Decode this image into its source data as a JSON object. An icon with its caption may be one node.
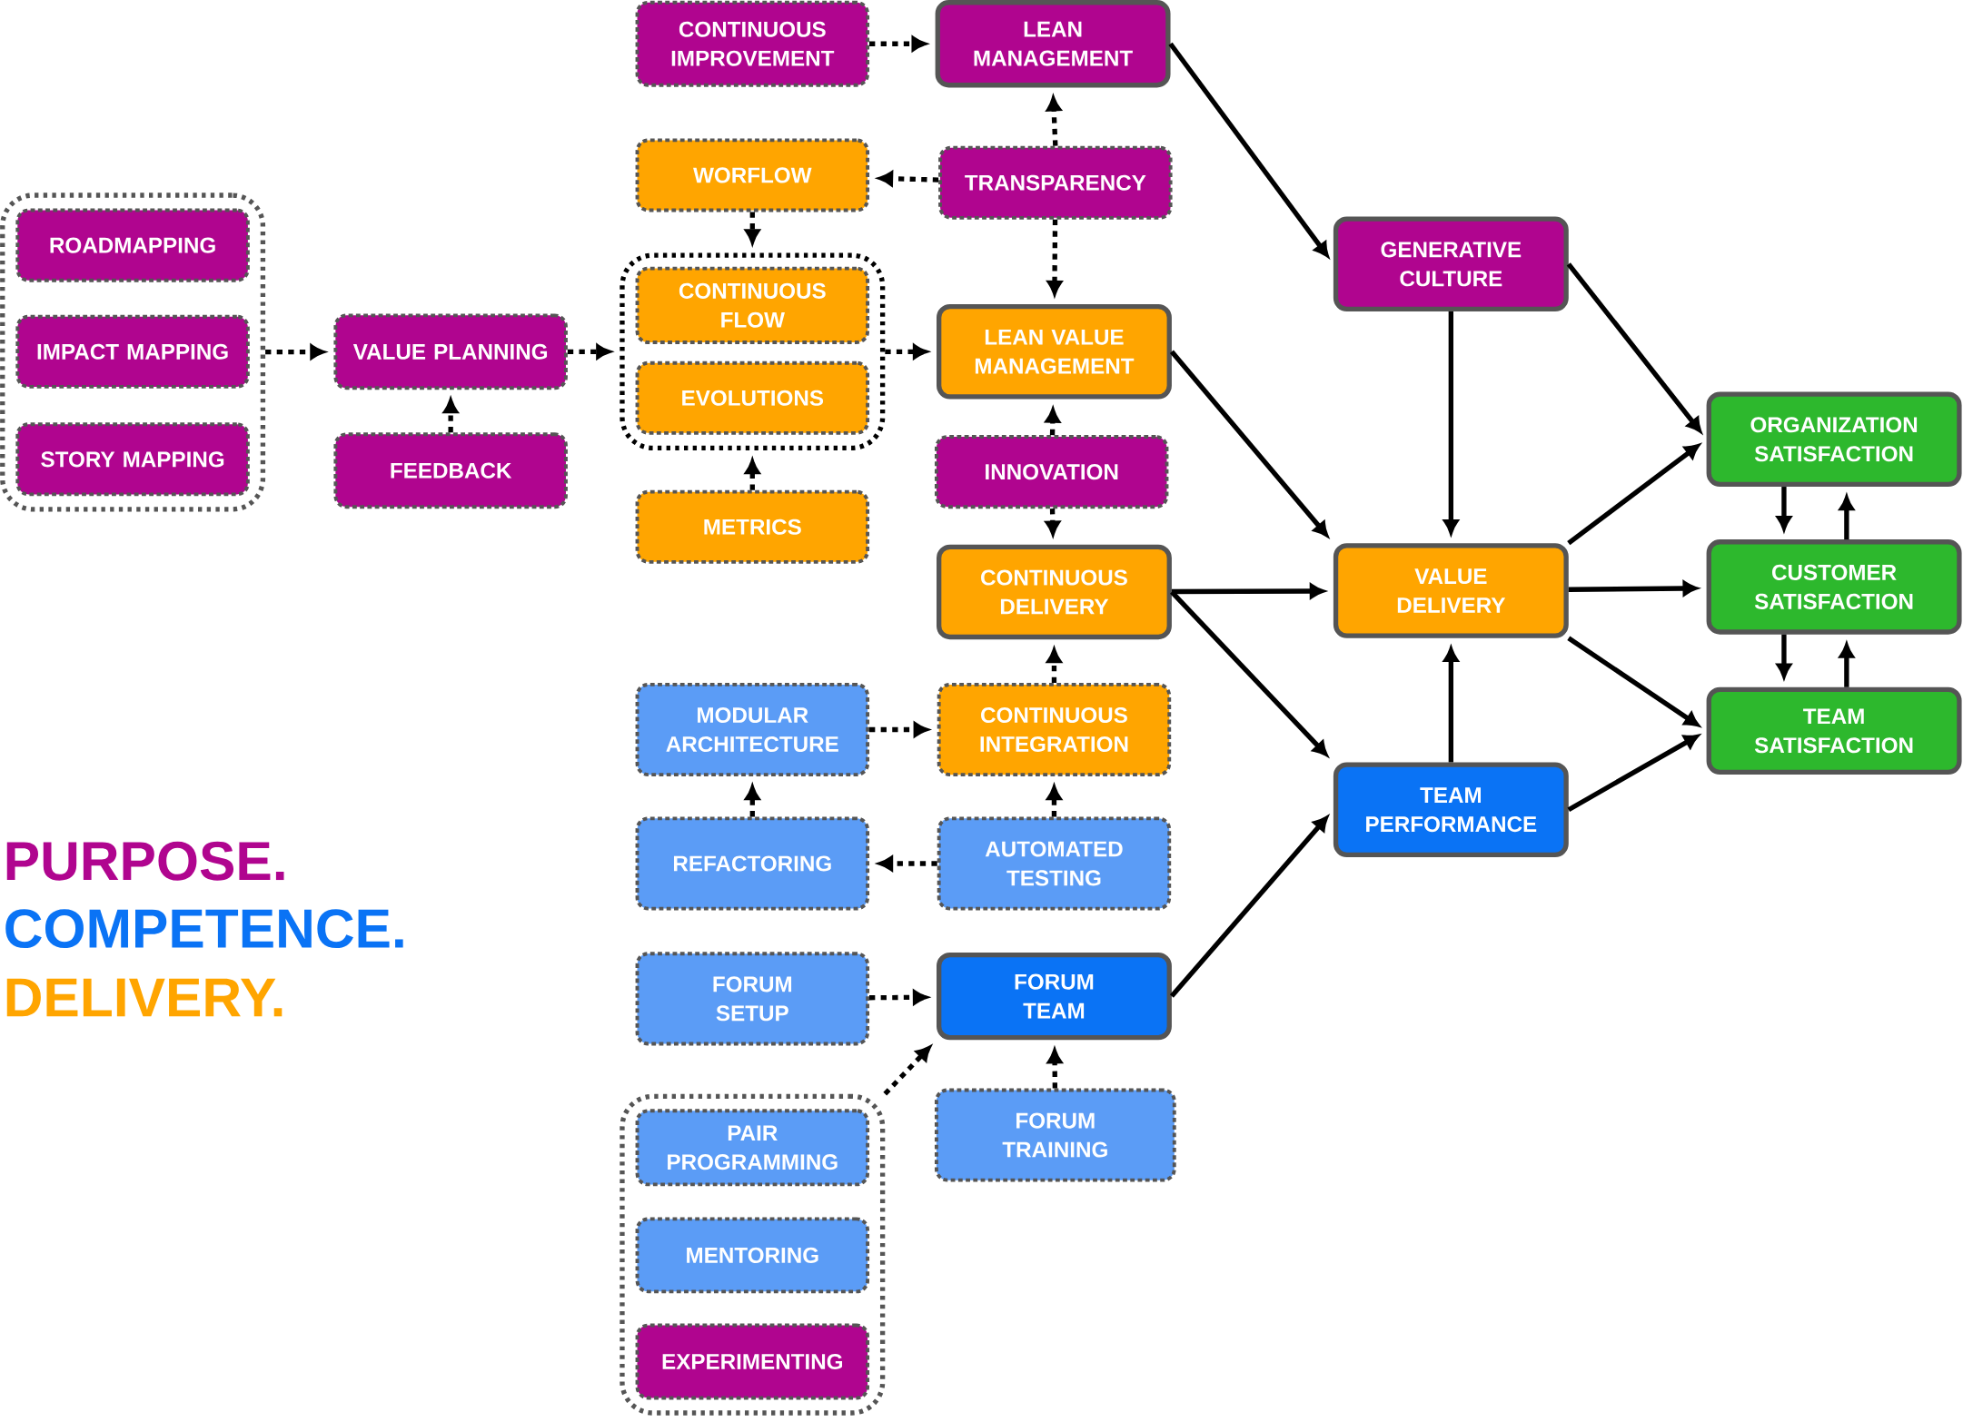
{
  "diagram": {
    "nodes": [
      {
        "text": [],
        "shape": "box"
      },
      {
        "text": [
          "ROADMAPPING"
        ],
        "in": 0
      },
      {
        "text": [
          "IMPACT MAPPING"
        ],
        "in": 0
      },
      {
        "text": [
          "STORY MAPPING"
        ],
        "in": 0
      },
      {
        "text": [
          "VALUE PLANNING"
        ]
      },
      {
        "text": [
          "FEEDBACK"
        ]
      },
      {
        "text": [
          "CONTINUOUS IMPROVEMENT"
        ]
      },
      {
        "text": [
          "LEAN MANAGEMENT"
        ]
      },
      {
        "text": [
          "WORFLOW"
        ]
      },
      {
        "text": [
          "TRANSPARENCY"
        ]
      },
      {
        "text": [],
        "shape": "box"
      },
      {
        "text": [
          "CONTINUOUS FLOW"
        ],
        "in": 10
      },
      {
        "text": [
          "EVOLUTIONS"
        ],
        "in": 10
      },
      {
        "text": [
          "LEAN VALUE MANAGEMENT"
        ]
      },
      {
        "text": [
          "METRICS"
        ]
      },
      {
        "text": [
          "INNOVATION"
        ]
      },
      {
        "text": [
          "CONTINUOUS DELIVERY"
        ]
      },
      {
        "text": [
          "GENERATIVE CULTURE"
        ]
      },
      {
        "text": [
          "VALUE DELIVERY"
        ]
      },
      {
        "text": [
          "ORGANIZATION SATISFACTION"
        ]
      },
      {
        "text": [
          "CUSTOMER SATISFACTION"
        ]
      },
      {
        "text": [
          "TEAM SATISFACTION"
        ]
      },
      {
        "text": [
          "MODULAR ARCHITECTURE"
        ]
      },
      {
        "text": [
          "CONTINUOUS INTEGRATION"
        ]
      },
      {
        "text": [
          "REFACTORING"
        ]
      },
      {
        "text": [
          "AUTOMATED TESTING"
        ]
      },
      {
        "text": [
          "TEAM PERFORMANCE"
        ]
      },
      {
        "text": [
          "FORUM SETUP"
        ]
      },
      {
        "text": [
          "FORUM TEAM"
        ]
      },
      {
        "text": [],
        "shape": "box"
      },
      {
        "text": [
          "PAIR PROGRAMMING"
        ],
        "in": 29
      },
      {
        "text": [
          "MENTORING"
        ],
        "in": 29
      },
      {
        "text": [
          "EXPERIMENTING"
        ],
        "in": 29
      },
      {
        "text": [
          "FORUM TRAINING"
        ]
      }
    ],
    "edges": [
      {
        "from": 0,
        "to": 4,
        "arrow": "to",
        "style": "dashed"
      },
      {
        "from": 5,
        "to": 4,
        "arrow": "to",
        "style": "dashed"
      },
      {
        "from": 4,
        "to": 10,
        "arrow": "to",
        "style": "dashed"
      },
      {
        "from": 6,
        "to": 7,
        "arrow": "to",
        "style": "dashed"
      },
      {
        "from": 9,
        "to": 7,
        "arrow": "to",
        "style": "dashed"
      },
      {
        "from": 9,
        "to": 8,
        "arrow": "to",
        "style": "dashed"
      },
      {
        "from": 9,
        "to": 13,
        "arrow": "to",
        "style": "dashed"
      },
      {
        "from": 8,
        "to": 10,
        "arrow": "to",
        "style": "dashed"
      },
      {
        "from": 10,
        "to": 13,
        "arrow": "to",
        "style": "dashed"
      },
      {
        "from": 14,
        "to": 10,
        "arrow": "to",
        "style": "dashed"
      },
      {
        "from": 15,
        "to": 13,
        "arrow": "to",
        "style": "dashed"
      },
      {
        "from": 15,
        "to": 16,
        "arrow": "to",
        "style": "dashed"
      },
      {
        "from": 7,
        "to": 17,
        "arrow": "to"
      },
      {
        "from": 13,
        "to": 18,
        "arrow": "to"
      },
      {
        "from": 16,
        "to": 18,
        "arrow": "to"
      },
      {
        "from": 16,
        "to": 26,
        "arrow": "to"
      },
      {
        "from": 17,
        "to": 18,
        "arrow": "to"
      },
      {
        "from": 17,
        "to": 19,
        "arrow": "to"
      },
      {
        "from": 18,
        "to": 19,
        "arrow": "to"
      },
      {
        "from": 18,
        "to": 20,
        "arrow": "to"
      },
      {
        "from": 18,
        "to": 21,
        "arrow": "to"
      },
      {
        "from": 26,
        "to": 18,
        "arrow": "to"
      },
      {
        "from": 26,
        "to": 21,
        "arrow": "to"
      },
      {
        "from": 28,
        "to": 26,
        "arrow": "to"
      },
      {
        "from": 19,
        "to": 20,
        "arrow": "to"
      },
      {
        "from": 20,
        "to": 19,
        "arrow": "to"
      },
      {
        "from": 20,
        "to": 21,
        "arrow": "to"
      },
      {
        "from": 21,
        "to": 20,
        "arrow": "to"
      },
      {
        "from": 23,
        "to": 16,
        "arrow": "to",
        "style": "dashed"
      },
      {
        "from": 22,
        "to": 23,
        "arrow": "to",
        "style": "dashed"
      },
      {
        "from": 24,
        "to": 22,
        "arrow": "to",
        "style": "dashed"
      },
      {
        "from": 25,
        "to": 23,
        "arrow": "to",
        "style": "dashed"
      },
      {
        "from": 25,
        "to": 24,
        "arrow": "to",
        "style": "dashed"
      },
      {
        "from": 27,
        "to": 28,
        "arrow": "to",
        "style": "dashed"
      },
      {
        "from": 29,
        "to": 28,
        "arrow": "to",
        "style": "dashed"
      },
      {
        "from": 33,
        "to": 28,
        "arrow": "to",
        "style": "dashed"
      }
    ],
    "labels": [
      "PURPOSE.",
      "COMPETENCE.",
      "DELIVERY."
    ]
  }
}
